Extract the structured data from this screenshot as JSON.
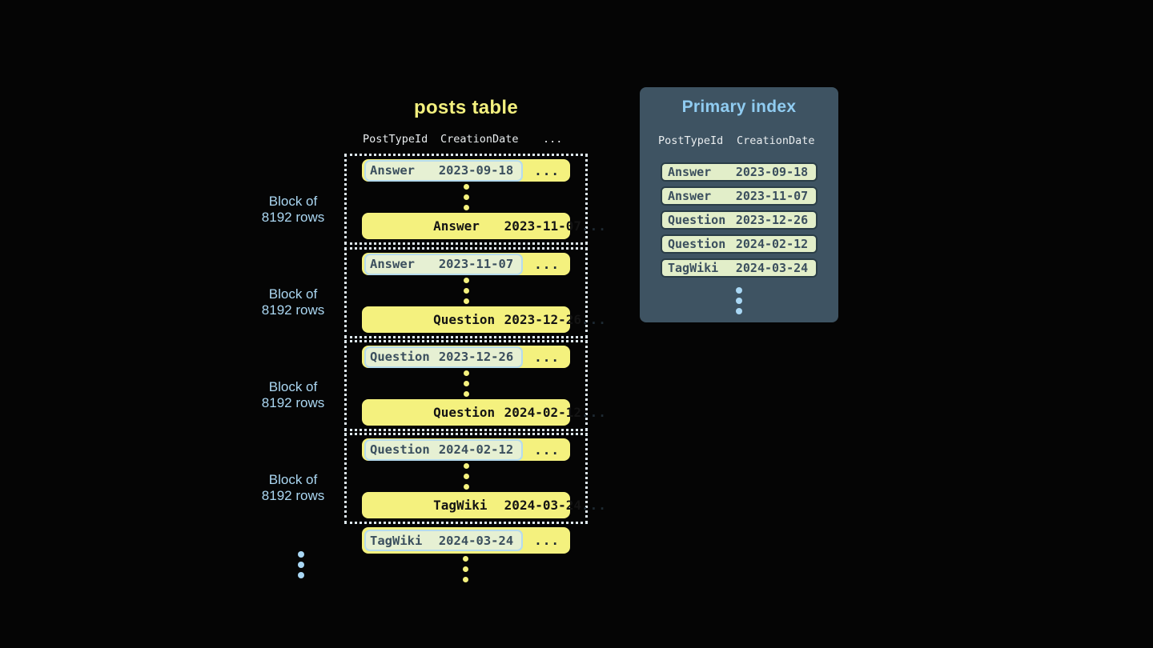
{
  "posts_table": {
    "title": "posts table",
    "headers": {
      "col1": "PostTypeId",
      "col2": "CreationDate",
      "col3": "..."
    },
    "block_label": {
      "line1": "Block of",
      "line2": "8192 rows"
    },
    "ellipsis": "...",
    "blocks": [
      {
        "first": {
          "type": "Answer",
          "date": "2023-09-18"
        },
        "last": {
          "type": "Answer",
          "date": "2023-11-07"
        }
      },
      {
        "first": {
          "type": "Answer",
          "date": "2023-11-07"
        },
        "last": {
          "type": "Question",
          "date": "2023-12-26"
        }
      },
      {
        "first": {
          "type": "Question",
          "date": "2023-12-26"
        },
        "last": {
          "type": "Question",
          "date": "2024-02-12"
        }
      },
      {
        "first": {
          "type": "Question",
          "date": "2024-02-12"
        },
        "last": {
          "type": "TagWiki",
          "date": "2024-03-24"
        }
      }
    ],
    "overflow_row": {
      "type": "TagWiki",
      "date": "2024-03-24"
    }
  },
  "primary_index": {
    "title": "Primary index",
    "headers": {
      "col1": "PostTypeId",
      "col2": "CreationDate"
    },
    "rows": [
      {
        "type": "Answer",
        "date": "2023-09-18"
      },
      {
        "type": "Answer",
        "date": "2023-11-07"
      },
      {
        "type": "Question",
        "date": "2023-12-26"
      },
      {
        "type": "Question",
        "date": "2024-02-12"
      },
      {
        "type": "TagWiki",
        "date": "2024-03-24"
      }
    ]
  },
  "colors": {
    "background": "#050505",
    "row_yellow": "#f4f17e",
    "title_yellow": "#f3f07e",
    "highlight_pill_bg": "#e6f0d3",
    "highlight_pill_border": "#b5dbee",
    "dark_slate_text": "#3b4f5e",
    "panel_bg": "#3e5362",
    "panel_title_blue": "#90ccf1",
    "index_row_bg": "#e2eec9",
    "index_row_border": "#2a3d47",
    "accent_blue": "#a9d7f4",
    "header_text": "#e9edef",
    "dotted_border": "#dfeaf0"
  }
}
